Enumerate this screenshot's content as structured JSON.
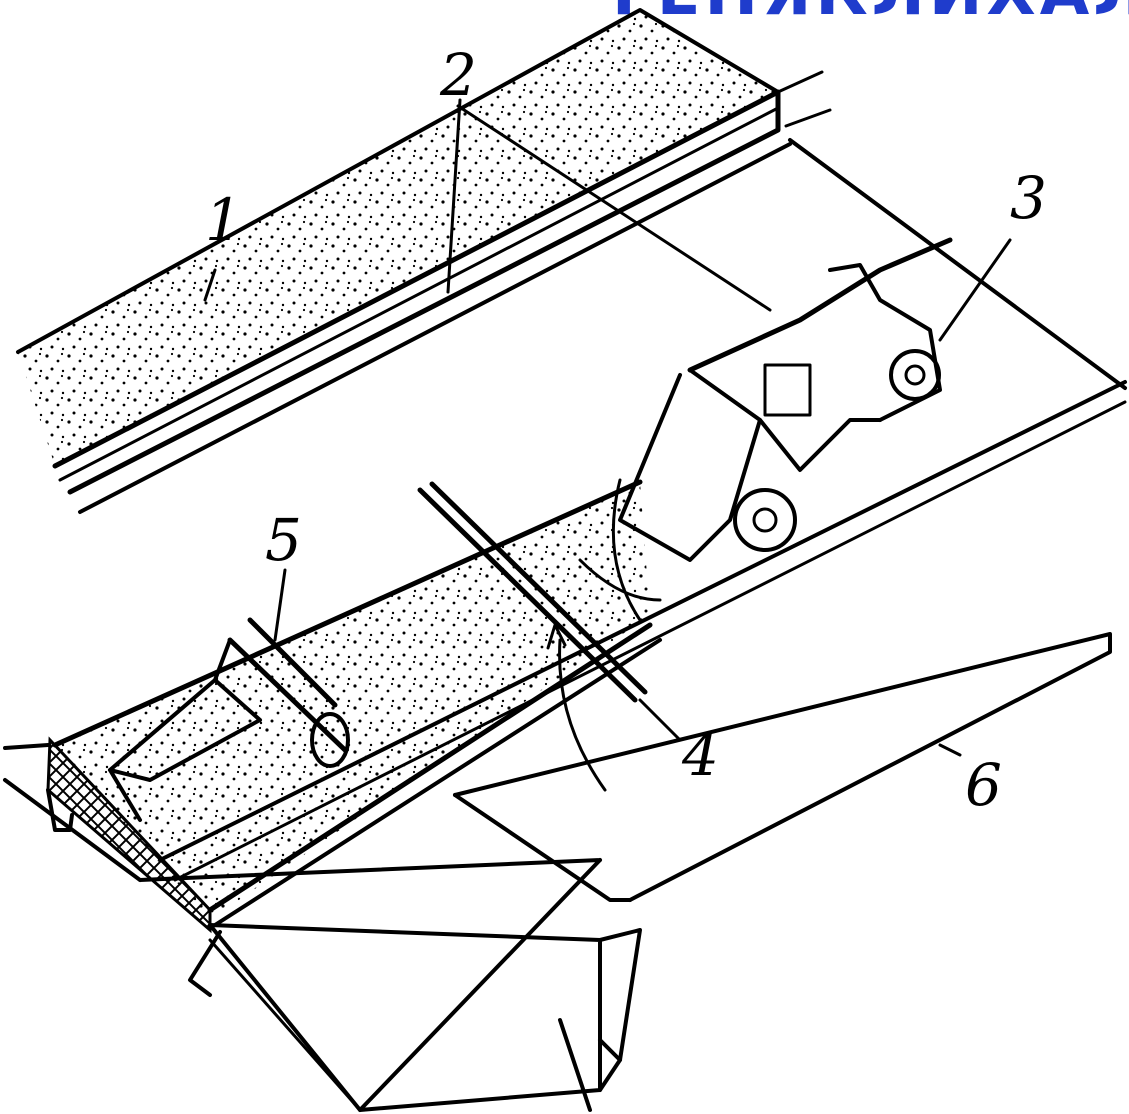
{
  "heading": {
    "text": "ГЕНЯКЛИХАЛ",
    "color": "#1f3ccc"
  },
  "labels": {
    "l1": "1",
    "l2": "2",
    "l3": "3",
    "l4": "4",
    "l5": "5",
    "l6": "6"
  },
  "colors": {
    "ink": "#000000",
    "background": "#ffffff"
  }
}
